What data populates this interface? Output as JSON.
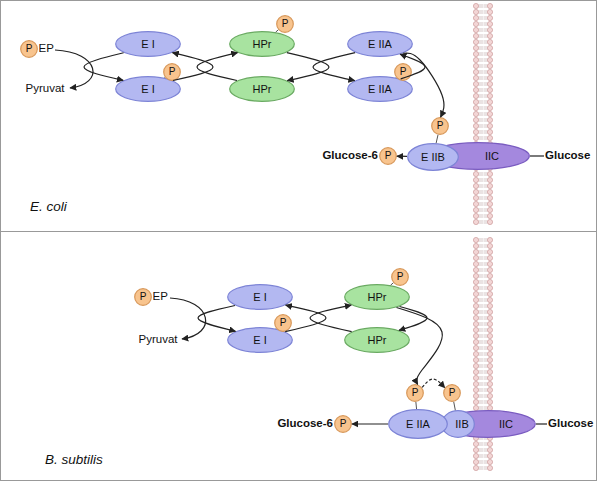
{
  "diagram": {
    "nodes": [
      {
        "text": [
          "P"
        ]
      },
      {
        "text": [
          "E I"
        ]
      },
      {
        "text": [
          "E I"
        ]
      },
      {
        "text": [
          "P"
        ]
      },
      {
        "text": [
          "HPr"
        ]
      },
      {
        "text": [
          "P"
        ]
      },
      {
        "text": [
          "HPr"
        ]
      },
      {
        "text": [
          "E IIA"
        ]
      },
      {
        "text": [
          "E IIA"
        ]
      },
      {
        "text": [
          "P"
        ]
      },
      {
        "text": [
          "P"
        ]
      },
      {
        "text": [
          "E IIB"
        ]
      },
      {
        "text": [
          "IIC"
        ]
      },
      {
        "text": [
          "P"
        ]
      },
      {
        "text": [
          "P"
        ]
      },
      {
        "text": [
          "E I"
        ]
      },
      {
        "text": [
          "E I"
        ]
      },
      {
        "text": [
          "P"
        ]
      },
      {
        "text": [
          "HPr"
        ]
      },
      {
        "text": [
          "P"
        ]
      },
      {
        "text": [
          "HPr"
        ]
      },
      {
        "text": [
          "P"
        ]
      },
      {
        "text": [
          "P"
        ]
      },
      {
        "text": [
          "E IIA"
        ]
      },
      {
        "text": [
          "IIB"
        ]
      },
      {
        "text": [
          "IIC"
        ]
      },
      {
        "text": [
          "P"
        ]
      }
    ],
    "edges": [
      {
        "from": 1,
        "to": 2,
        "arrow": "to"
      },
      {
        "from": 2,
        "to": 1,
        "arrow": "to"
      },
      {
        "from": 6,
        "to": 4,
        "arrow": "to"
      },
      {
        "from": 4,
        "to": 6,
        "arrow": "to"
      },
      {
        "from": 7,
        "to": 8,
        "arrow": "to"
      },
      {
        "from": 8,
        "to": 7,
        "arrow": "to"
      },
      {
        "from": 7,
        "to": 10,
        "arrow": "to"
      },
      {
        "from": 11,
        "to": 13,
        "arrow": "to"
      },
      {
        "from": 2,
        "to": 3,
        "arrow": "none"
      },
      {
        "from": 4,
        "to": 5,
        "arrow": "none"
      },
      {
        "from": 8,
        "to": 9,
        "arrow": "none"
      },
      {
        "from": 11,
        "to": 10,
        "arrow": "none"
      },
      {
        "from": 15,
        "to": 16,
        "arrow": "to"
      },
      {
        "from": 16,
        "to": 15,
        "arrow": "to"
      },
      {
        "from": 20,
        "to": 18,
        "arrow": "to"
      },
      {
        "from": 18,
        "to": 20,
        "arrow": "to"
      },
      {
        "from": 18,
        "to": 21,
        "arrow": "to"
      },
      {
        "from": 21,
        "to": 22,
        "arrow": "to"
      },
      {
        "from": 23,
        "to": 26,
        "arrow": "to"
      },
      {
        "from": 16,
        "to": 17,
        "arrow": "none"
      },
      {
        "from": 18,
        "to": 19,
        "arrow": "none"
      },
      {
        "from": 23,
        "to": 21,
        "arrow": "none"
      },
      {
        "from": 24,
        "to": 22,
        "arrow": "none"
      }
    ],
    "labels": [
      "EP",
      "Pyruvat",
      "Glucose-6",
      "Glucose",
      "E. coli",
      "EP",
      "Pyruvat",
      "Glucose-6",
      "Glucose",
      "B. subtilis"
    ]
  }
}
